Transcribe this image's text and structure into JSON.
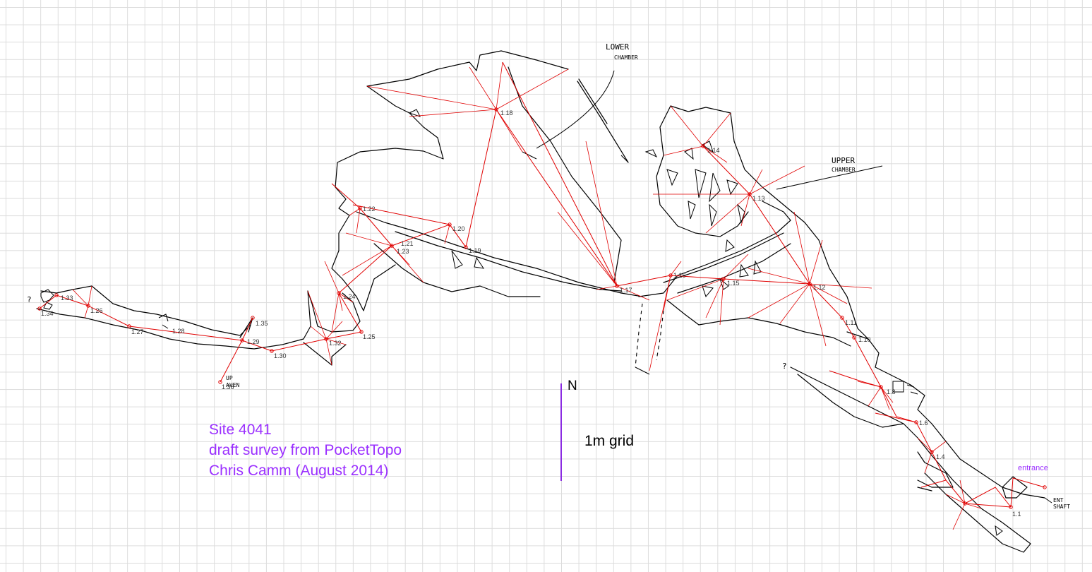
{
  "title": {
    "site": "Site 4041",
    "subtitle": "draft survey from PocketTopo",
    "author": "Chris Camm (August 2014)"
  },
  "scale": {
    "north": "N",
    "grid": "1m grid"
  },
  "labels": {
    "entrance": "entrance",
    "lower_chamber_1": "LOWER",
    "lower_chamber_2": "CHAMBER",
    "upper_chamber_1": "UPPER",
    "upper_chamber_2": "CHAMBER",
    "up_aven_1": "UP",
    "up_aven_2": "AVEN",
    "ent_shaft_1": "ENT",
    "ent_shaft_2": "SHAFT",
    "unknown_west": "?",
    "unknown_east": "?"
  },
  "colors": {
    "survey": "#e00000",
    "annotation": "#9b30ff",
    "wall": "#000000",
    "grid": "#dcdcdc"
  },
  "stations": [
    "1.1",
    "1.4",
    "1.6",
    "1.8",
    "1.10",
    "1.11",
    "1.12",
    "1.13",
    "1.14",
    "1.15",
    "1.16",
    "1.17",
    "1.18",
    "1.19",
    "1.20",
    "1.21",
    "1.22",
    "1.23",
    "1.24",
    "1.25",
    "1.26",
    "1.27",
    "1.28",
    "1.29",
    "1.30",
    "1.32",
    "1.33",
    "1.34",
    "1.35",
    "1.36"
  ]
}
